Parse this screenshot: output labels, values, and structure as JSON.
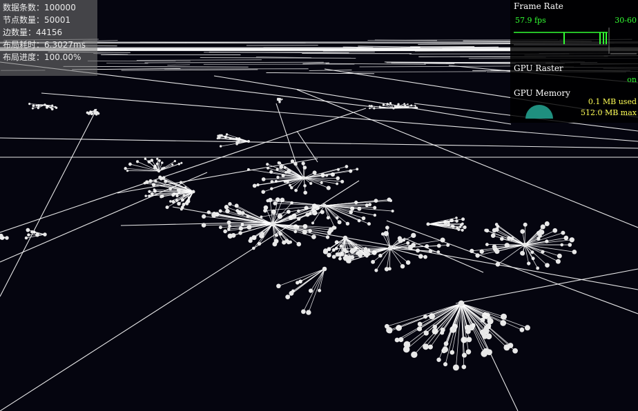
{
  "stats": {
    "data_count": {
      "label": "数据条数：",
      "value": "100000"
    },
    "node_count": {
      "label": "节点数量：",
      "value": "50001"
    },
    "edge_count": {
      "label": "边数量：",
      "value": "44156"
    },
    "time_row": {
      "label": "布局耗时：",
      "value": "6.3027ms"
    },
    "progress_row": {
      "label": "布局进度：",
      "value": "100.00%"
    }
  },
  "perf": {
    "frame_rate_title": "Frame Rate",
    "fps": "57.9 fps",
    "fps_range": "30-60",
    "gpu_raster_title": "GPU Raster",
    "gpu_raster_status": "on",
    "gpu_memory_title": "GPU Memory",
    "memory_used": "0.1 MB used",
    "memory_max": "512.0 MB max"
  },
  "colors": {
    "background": "#05050f",
    "edge": "#ffffff",
    "node": "#e8e8e8",
    "fps_green": "#33ff33",
    "memory_yellow": "#ffff55",
    "gauge_teal": "#1f8f7f"
  }
}
